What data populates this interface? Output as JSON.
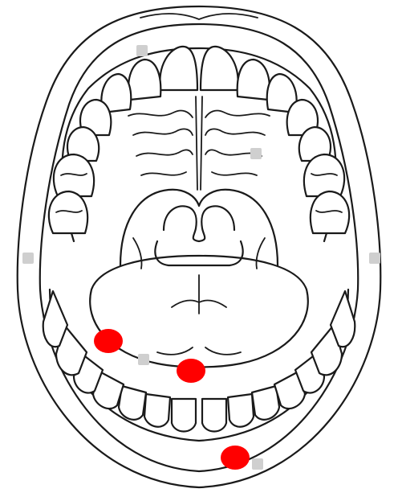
{
  "diagram": {
    "subject": "open-mouth-oral-cavity",
    "line_color": "#1a1a1a",
    "background": "#ffffff",
    "marker_color": "#ff0000",
    "markers": [
      {
        "name": "marker-left-lower-gum"
      },
      {
        "name": "marker-under-tongue"
      },
      {
        "name": "marker-lower-lip"
      }
    ]
  }
}
